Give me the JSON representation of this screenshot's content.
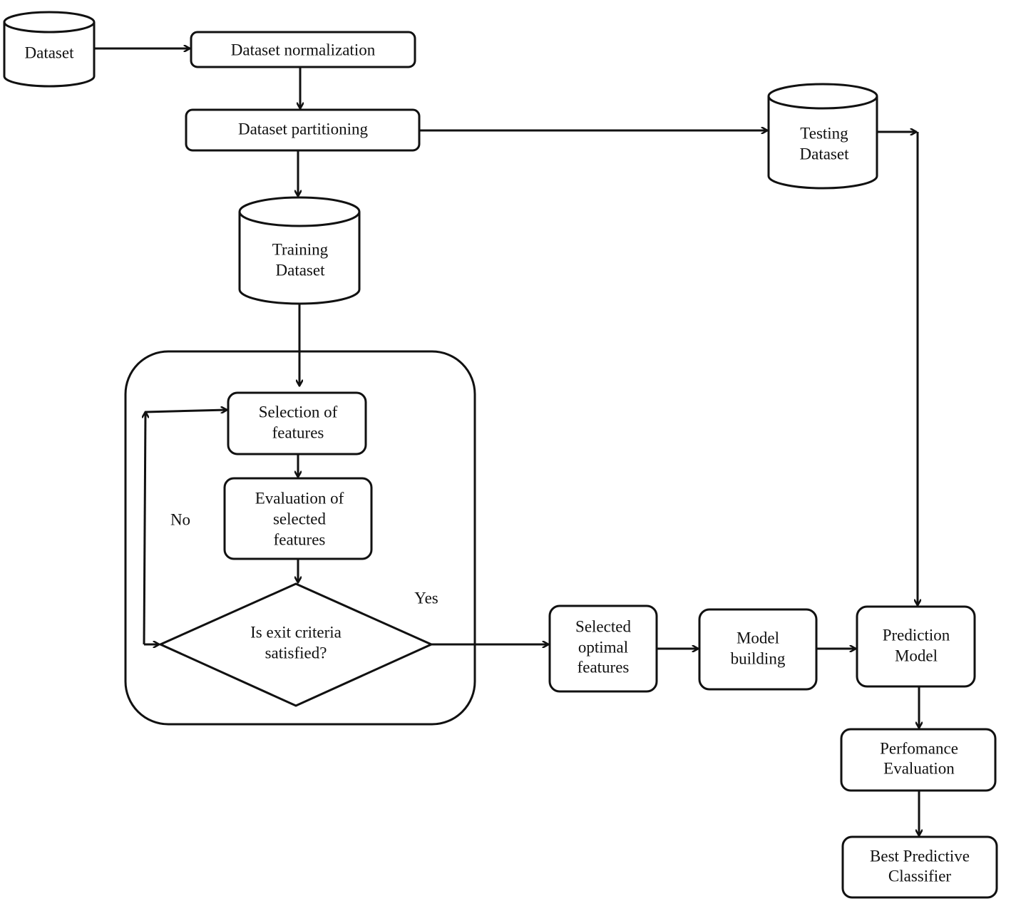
{
  "nodes": {
    "dataset": [
      "Dataset"
    ],
    "normalization": [
      "Dataset normalization"
    ],
    "partitioning": [
      "Dataset partitioning"
    ],
    "testing": [
      "Testing",
      "Dataset"
    ],
    "training": [
      "Training",
      "Dataset"
    ],
    "selection": [
      "Selection of",
      "features"
    ],
    "evaluation": [
      "Evaluation of",
      "selected",
      "features"
    ],
    "decision": [
      "Is exit criteria",
      "satisfied?"
    ],
    "selected_optimal": [
      "Selected",
      "optimal",
      "features"
    ],
    "model_building": [
      "Model",
      "building"
    ],
    "prediction": [
      "Prediction",
      "Model"
    ],
    "performance": [
      "Perfomance",
      "Evaluation"
    ],
    "best": [
      "Best Predictive",
      "Classifier"
    ]
  },
  "edge_labels": {
    "no": "No",
    "yes": "Yes"
  }
}
